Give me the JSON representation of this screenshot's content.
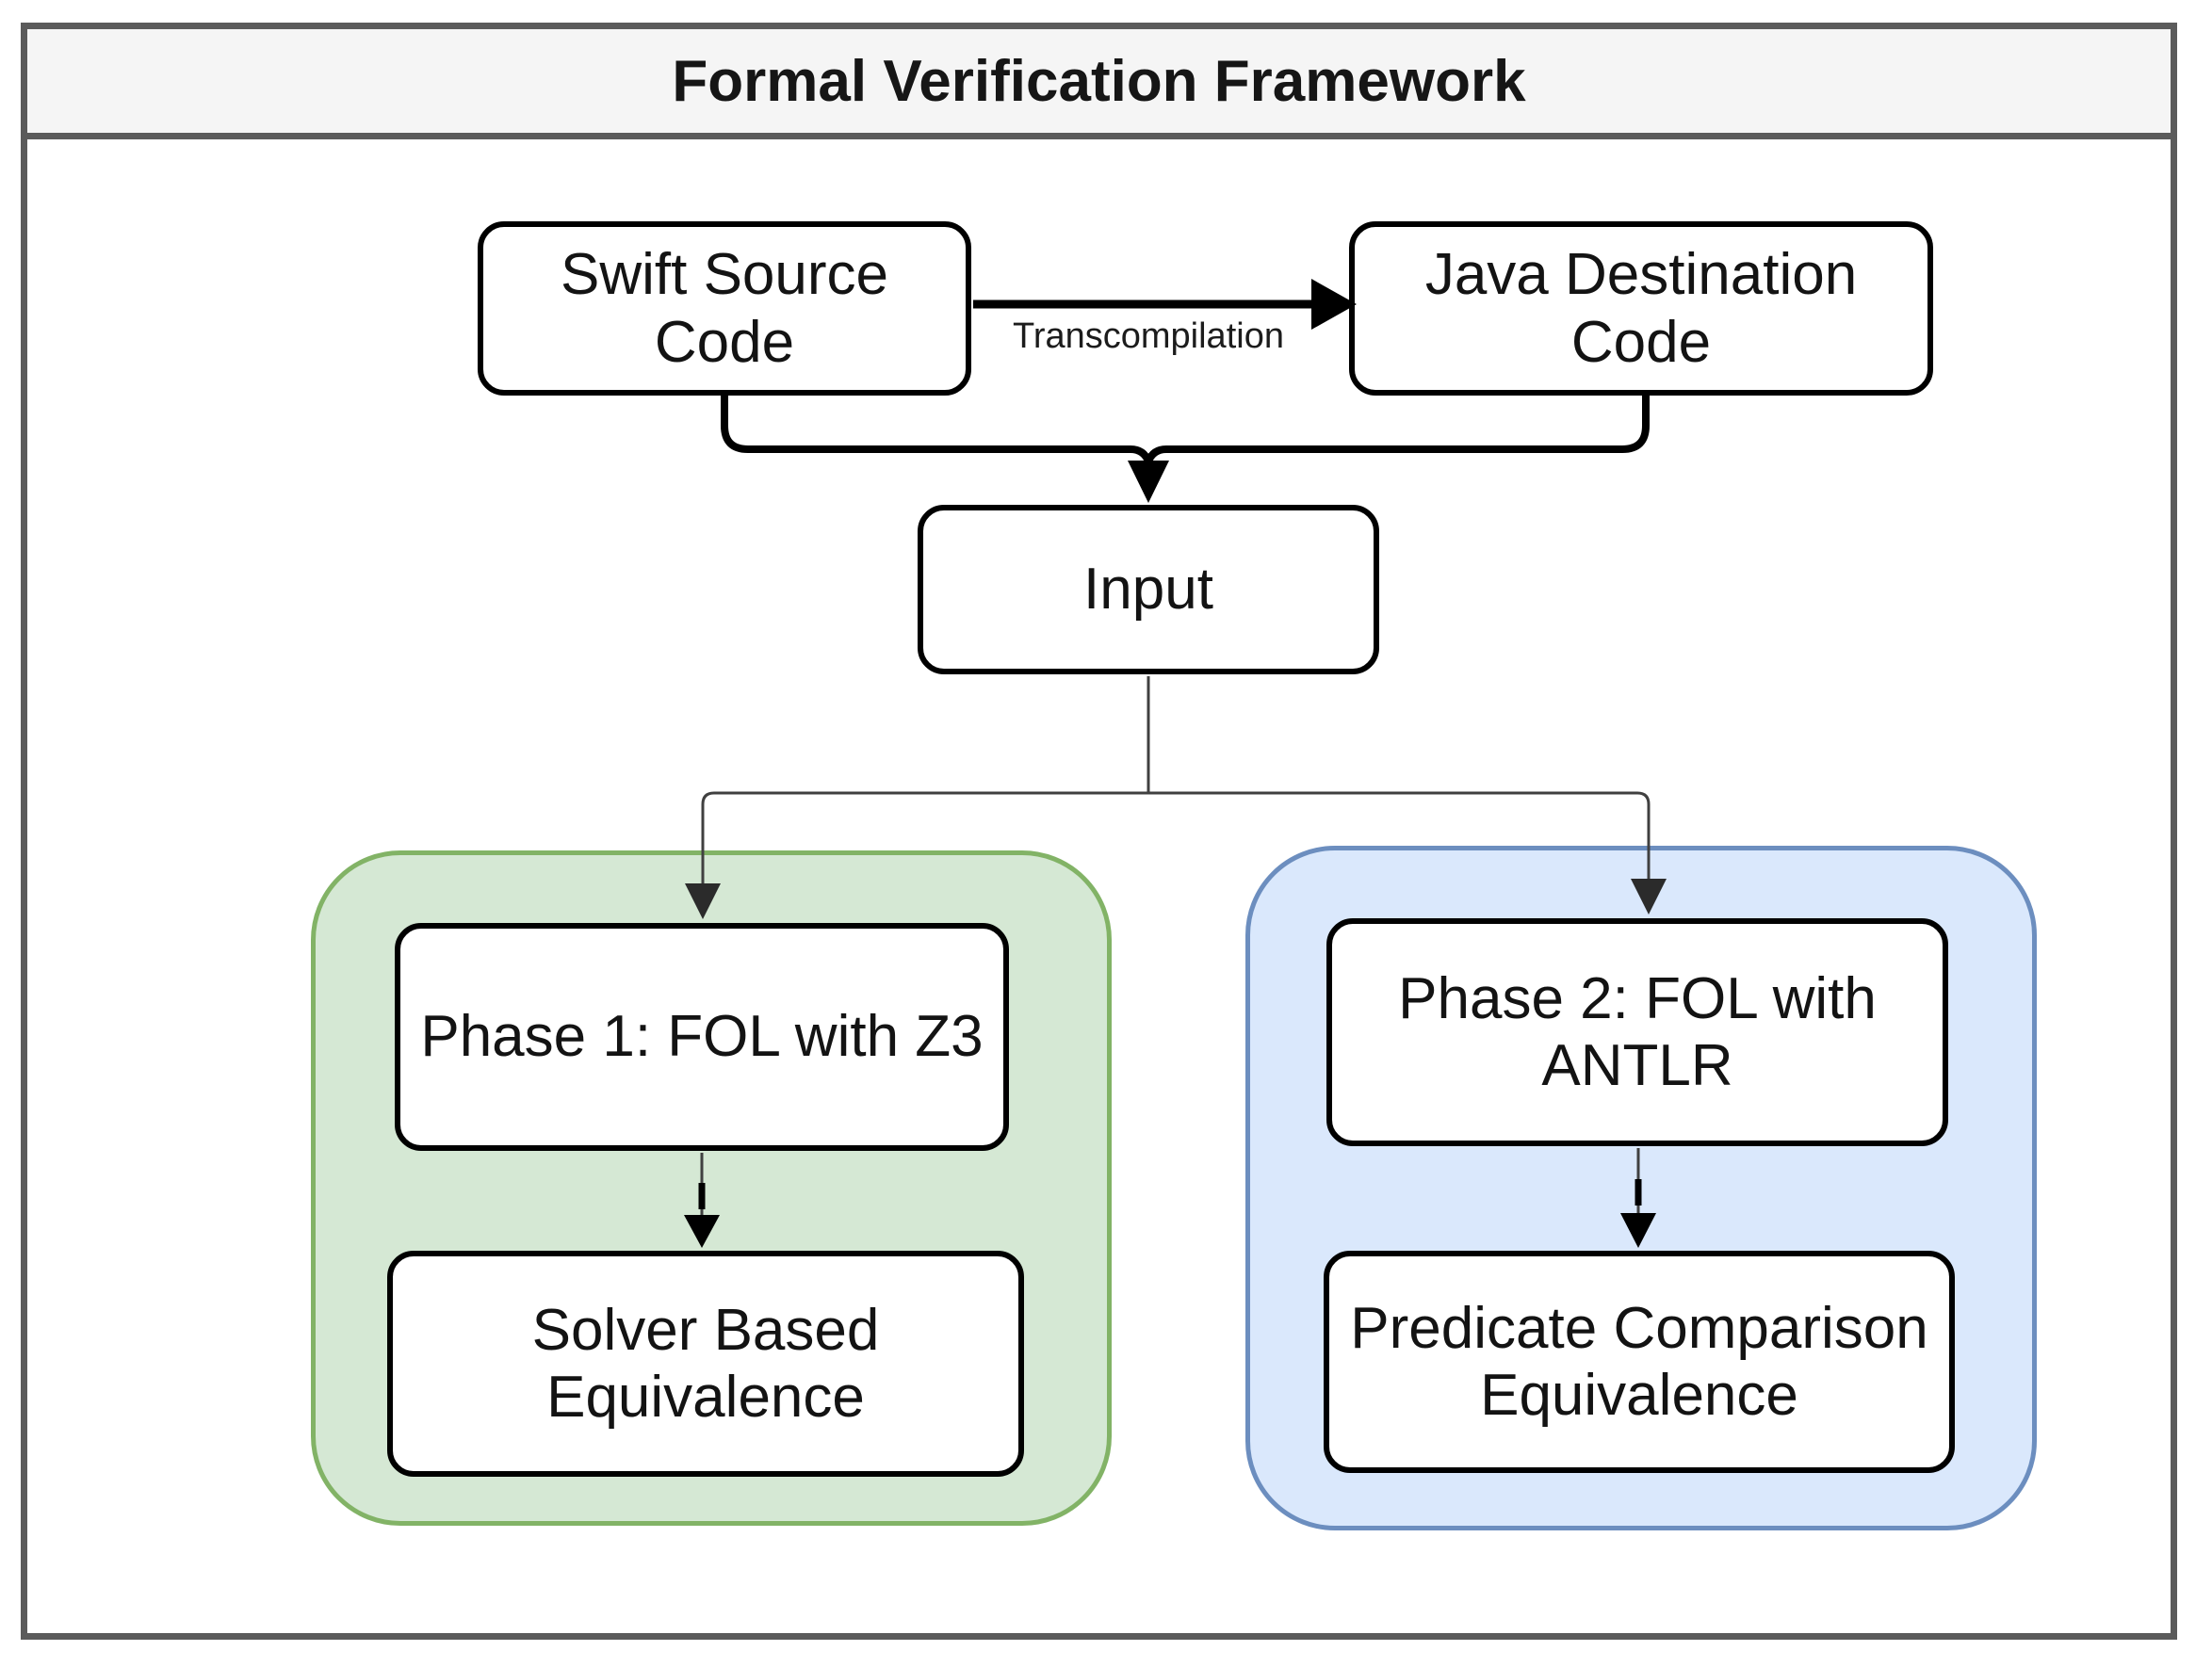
{
  "frame": {
    "title": "Formal Verification Framework"
  },
  "nodes": {
    "swift": {
      "label": "Swift Source Code"
    },
    "java": {
      "label": "Java Destination Code"
    },
    "input": {
      "label": "Input"
    },
    "phase1": {
      "label": "Phase 1: FOL with Z3"
    },
    "solver": {
      "label": "Solver Based\nEquivalence"
    },
    "phase2": {
      "label": "Phase 2: FOL with ANTLR"
    },
    "predicate": {
      "label": "Predicate Comparison\nEquivalence"
    }
  },
  "edges": {
    "transcompilation": {
      "label": "Transcompilation"
    }
  },
  "colors": {
    "frame_border": "#5b5b5b",
    "titlebar_fill": "#f5f5f5",
    "node_fill": "#ffffff",
    "node_border": "#000000",
    "phase1_group_fill": "#d5e8d4",
    "phase1_group_border": "#82b366",
    "phase2_group_fill": "#dae8fc",
    "phase2_group_border": "#6c8ebf",
    "connector": "#000000"
  }
}
